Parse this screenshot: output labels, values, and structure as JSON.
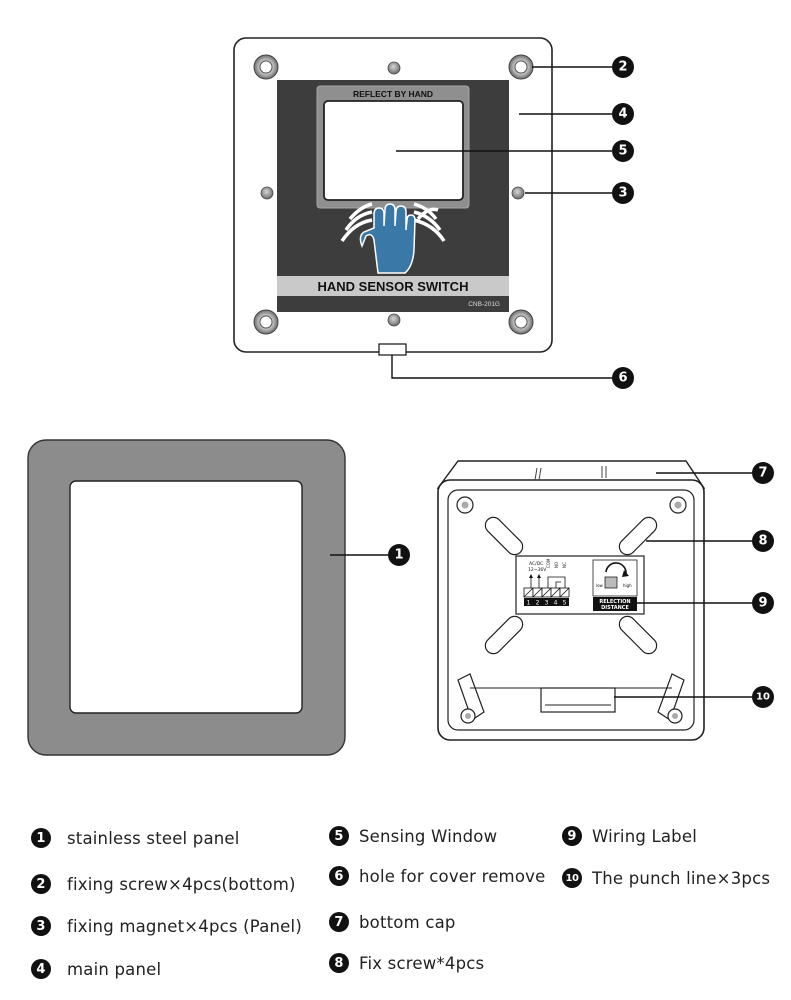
{
  "top_view": {
    "window_caption": "REFLECT BY HAND",
    "product_name": "HAND SENSOR SWITCH",
    "model": "CNB-201G"
  },
  "back_view": {
    "wiring_header": [
      "AC/DC",
      "12~36V"
    ],
    "relay_labels": [
      "COM",
      "NO",
      "NC"
    ],
    "terminals": [
      "1",
      "2",
      "3",
      "4",
      "5"
    ],
    "pot_labels": [
      "low",
      "high"
    ],
    "pot_caption": [
      "RELECTION",
      "DISTANCE"
    ]
  },
  "callouts": [
    "1",
    "2",
    "3",
    "4",
    "5",
    "6",
    "7",
    "8",
    "9",
    "10"
  ],
  "legend": [
    {
      "num": "1",
      "label": "stainless steel panel"
    },
    {
      "num": "2",
      "label": "fixing screw×4pcs(bottom)"
    },
    {
      "num": "3",
      "label": "fixing magnet×4pcs (Panel)"
    },
    {
      "num": "4",
      "label": "main panel"
    },
    {
      "num": "5",
      "label": "Sensing Window"
    },
    {
      "num": "6",
      "label": "hole for cover remove"
    },
    {
      "num": "7",
      "label": "bottom cap"
    },
    {
      "num": "8",
      "label": "Fix screw*4pcs"
    },
    {
      "num": "9",
      "label": "Wiring Label"
    },
    {
      "num": "10",
      "label": "The punch line×3pcs"
    }
  ],
  "colors": {
    "panel_dark": "#3d3d3d",
    "panel_grey": "#8c8c8c",
    "hand_blue": "#3a78a8",
    "label_bar": "#c9c9c9"
  }
}
